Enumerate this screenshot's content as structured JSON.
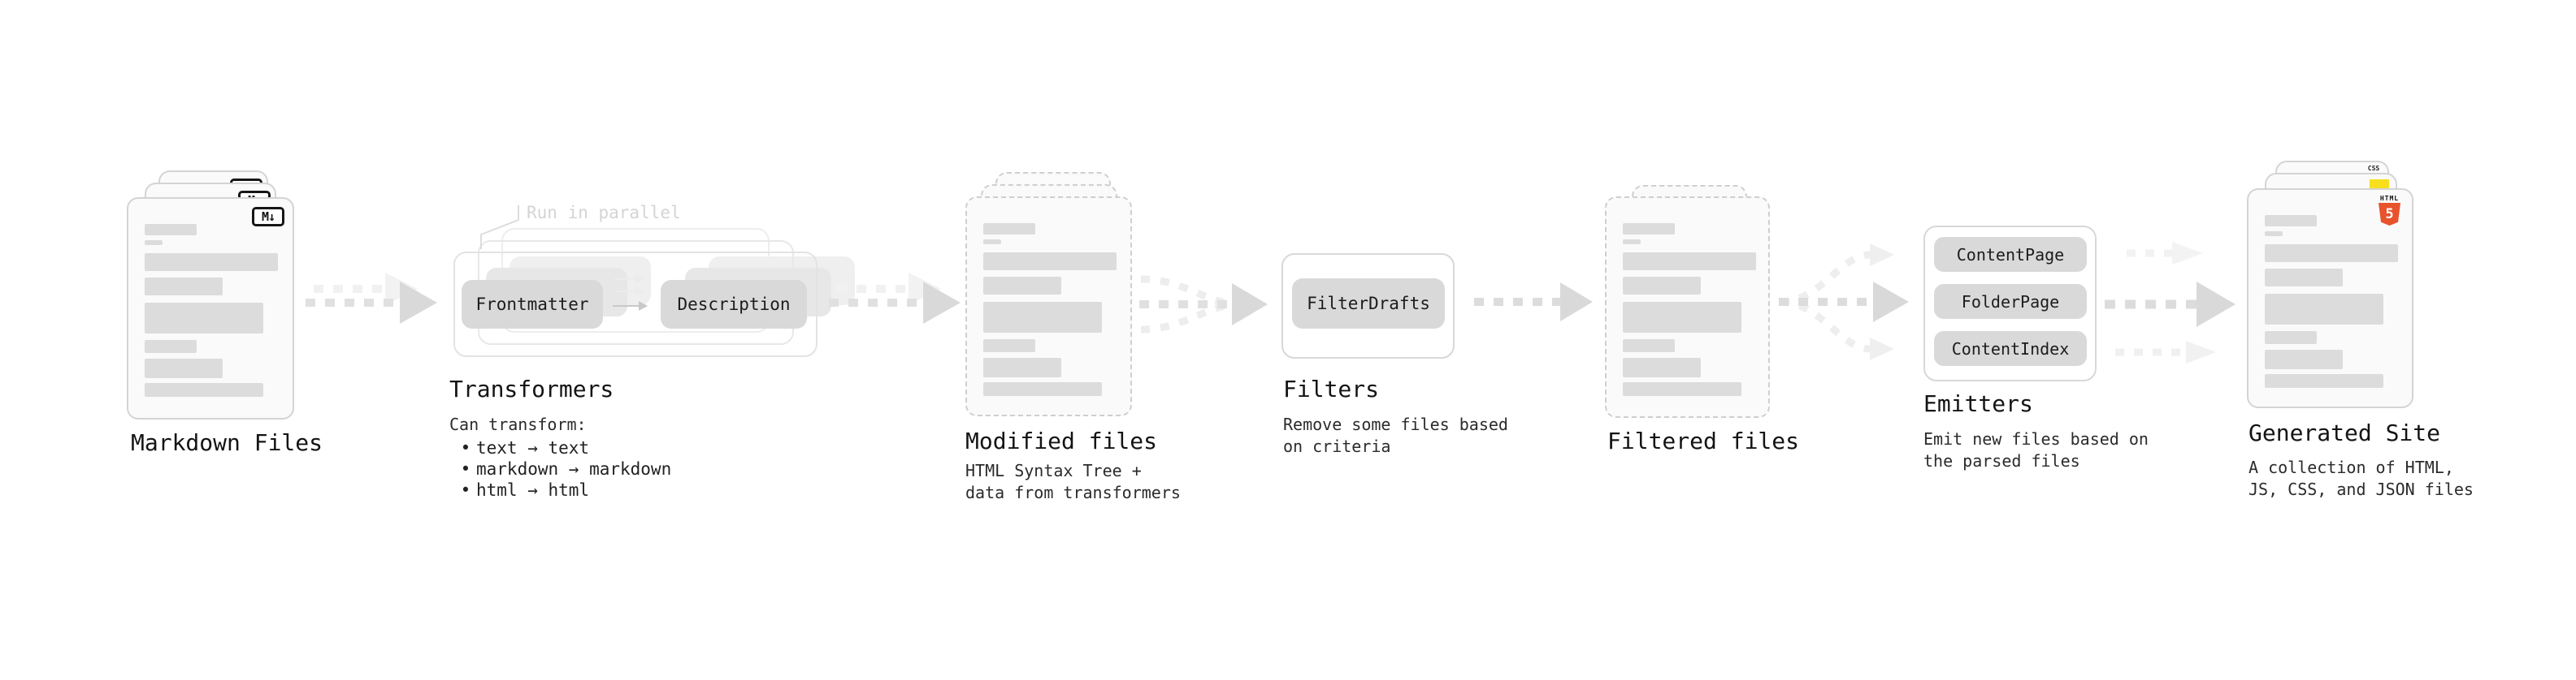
{
  "stages": {
    "markdown": {
      "label": "Markdown Files",
      "file_badge": "M↓"
    },
    "transformers": {
      "label": "Transformers",
      "parallel_note": "Run in parallel",
      "input_pill": "Frontmatter",
      "output_pill": "Description",
      "caption": "Can transform:",
      "bullet_glyph": "•",
      "transforms": [
        "text → text",
        "markdown → markdown",
        "html → html"
      ]
    },
    "modified": {
      "label": "Modified files",
      "caption": "HTML Syntax Tree +\ndata from transformers"
    },
    "filters": {
      "label": "Filters",
      "filter_pill": "FilterDrafts",
      "caption": "Remove some files based\non criteria"
    },
    "filtered": {
      "label": "Filtered files"
    },
    "emitters": {
      "label": "Emitters",
      "emitter_pills": [
        "ContentPage",
        "FolderPage",
        "ContentIndex"
      ],
      "caption": "Emit new files based on\nthe parsed files"
    },
    "generated": {
      "label": "Generated Site",
      "caption": "A collection of HTML,\nJS, CSS, and JSON files",
      "html5_badge_top": "HTML",
      "html5_badge_number": "5",
      "css_badge": "CSS"
    }
  },
  "colors": {
    "card_background": "#fafafa",
    "card_border": "#d4d4d4",
    "dashed_card_border": "#cfcfcf",
    "placeholder_bar": "#dcdcdc",
    "pill_background": "#d9d9d9",
    "arrow_main": "#dcdcdc",
    "arrow_ghost": "#f1f1f1",
    "heading_text": "#141414",
    "caption_text": "#2b2b2b",
    "note_text": "#d4d4d4",
    "html5_orange": "#e8532c",
    "js_yellow": "#f7df1e",
    "css_blue": "#2d6ae0"
  }
}
